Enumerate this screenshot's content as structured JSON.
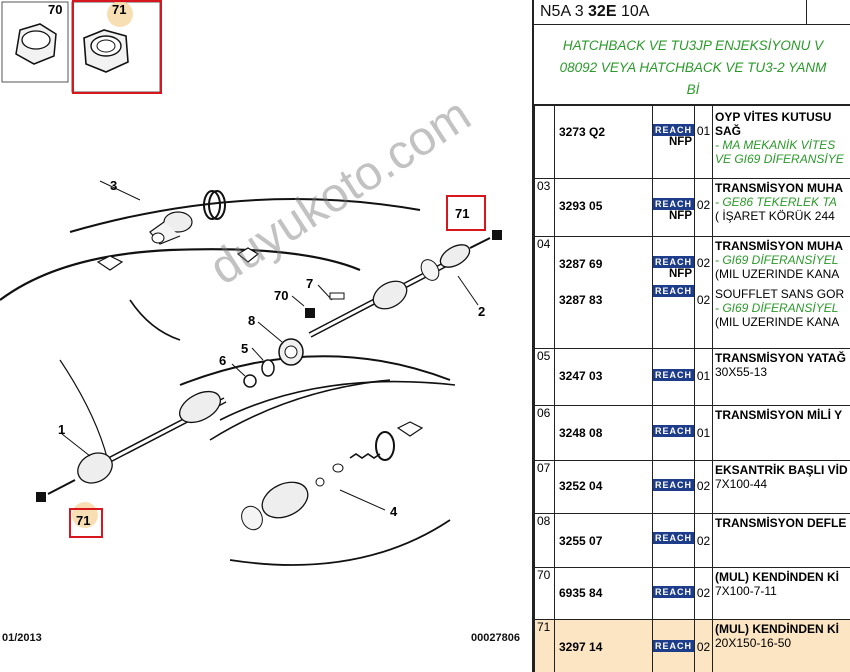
{
  "diagram": {
    "labels": {
      "p70": "70",
      "p71": "71",
      "p3": "3",
      "p7": "7",
      "p70b": "70",
      "p8": "8",
      "p5": "5",
      "p6": "6",
      "p2": "2",
      "p1": "1",
      "p4": "4",
      "p71_right": "71",
      "p71_left": "71"
    },
    "footer_left": "01/2013",
    "footer_right": "00027806",
    "watermark": "duyukoto.com",
    "callout_color": "#d8161e"
  },
  "panel": {
    "header": {
      "prefix": "N5A 3 ",
      "bold": "32E",
      "suffix": " 10A"
    },
    "note": {
      "line1": "HATCHBACK VE TU3JP ENJEKSİYONU V",
      "line2": "08092 VEYA HATCHBACK VE TU3-2 YANM",
      "line3": "Bİ"
    },
    "reach_label": "REACH",
    "nfp_label": "NFP",
    "rows": [
      {
        "idx": "",
        "ref": "3273 Q2",
        "qty": "01",
        "nfp": true,
        "title": "OYP VİTES KUTUSU",
        "lines": [
          "SAĞ"
        ],
        "green": [
          "- MA MEKANİK VİTES",
          "VE GI69 DİFERANSİYE"
        ],
        "after": []
      },
      {
        "idx": "03",
        "ref": "3293 05",
        "qty": "02",
        "nfp": true,
        "title": "TRANSMİSYON MUHA",
        "lines": [],
        "green": [
          "- GE86 TEKERLEK TA"
        ],
        "after": [
          "( İŞARET KÖRÜK 244"
        ]
      },
      {
        "idx": "04",
        "ref": "3287 69",
        "qty": "02",
        "nfp": true,
        "title": "TRANSMİSYON MUHA",
        "lines": [],
        "green": [
          "- GI69 DİFERANSİYEL"
        ],
        "after": [
          "(MIL UZERINDE KANA"
        ],
        "ref2": "3287 83",
        "qty2": "02",
        "title2": "SOUFFLET SANS GOR",
        "green2": [
          "- GI69 DİFERANSİYEL"
        ],
        "after2": [
          "(MIL UZERINDE KANA"
        ]
      },
      {
        "idx": "05",
        "ref": "3247 03",
        "qty": "01",
        "nfp": false,
        "title": "TRANSMİSYON YATAĞ",
        "lines": [
          "30X55-13"
        ],
        "green": [],
        "after": []
      },
      {
        "idx": "06",
        "ref": "3248 08",
        "qty": "01",
        "nfp": false,
        "title": "TRANSMİSYON MİLİ Y",
        "lines": [],
        "green": [],
        "after": []
      },
      {
        "idx": "07",
        "ref": "3252 04",
        "qty": "02",
        "nfp": false,
        "title": "EKSANTRİK BAŞLI VİD",
        "lines": [
          "7X100-44"
        ],
        "green": [],
        "after": []
      },
      {
        "idx": "08",
        "ref": "3255 07",
        "qty": "02",
        "nfp": false,
        "title": "TRANSMİSYON DEFLE",
        "lines": [],
        "green": [],
        "after": []
      },
      {
        "idx": "70",
        "ref": "6935 84",
        "qty": "02",
        "nfp": false,
        "title": "(MUL) KENDİNDEN Kİ",
        "lines": [
          "7X100-7-11"
        ],
        "green": [],
        "after": []
      },
      {
        "idx": "71",
        "ref": "3297 14",
        "qty": "02",
        "nfp": false,
        "title": "(MUL) KENDİNDEN Kİ",
        "lines": [
          "20X150-16-50"
        ],
        "green": [],
        "after": [],
        "highlight": true
      }
    ],
    "colors": {
      "green": "#2a9a2a",
      "reach_bg": "#1d3c8a",
      "highlight": "#fbe5c2"
    }
  }
}
